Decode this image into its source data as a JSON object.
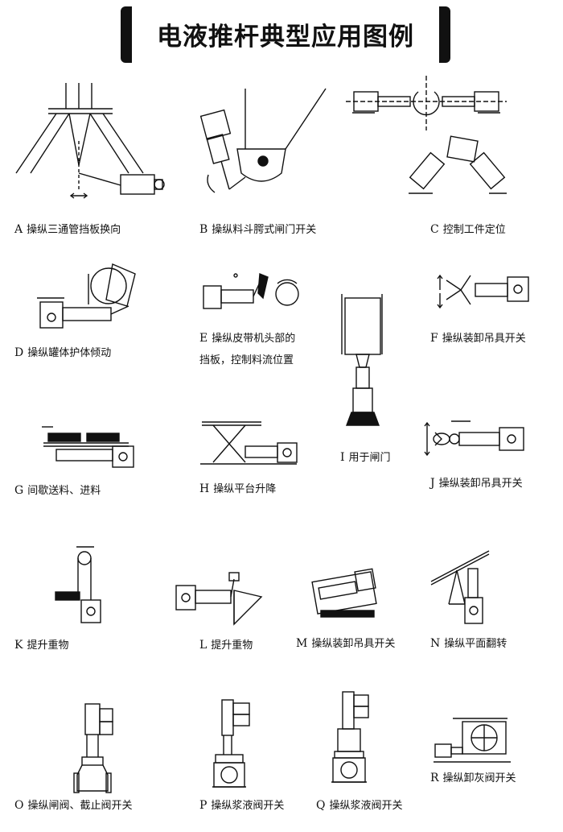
{
  "title": "电液推杆典型应用图例",
  "panels": [
    {
      "letter": "A",
      "caption": "操纵三通管挡板换向"
    },
    {
      "letter": "B",
      "caption": "操纵料斗腭式闸门开关"
    },
    {
      "letter": "C",
      "caption": "控制工件定位"
    },
    {
      "letter": "D",
      "caption": "操纵罐体护体倾动"
    },
    {
      "letter": "E",
      "caption": "操纵皮带机头部的",
      "caption2": "挡板，控制料流位置"
    },
    {
      "letter": "F",
      "caption": "操纵装卸吊具开关"
    },
    {
      "letter": "G",
      "caption": "间歇送料、进料"
    },
    {
      "letter": "H",
      "caption": "操纵平台升降"
    },
    {
      "letter": "I",
      "caption": "用于闸门"
    },
    {
      "letter": "J",
      "caption": "操纵装卸吊具开关"
    },
    {
      "letter": "K",
      "caption": "提升重物"
    },
    {
      "letter": "L",
      "caption": "提升重物"
    },
    {
      "letter": "M",
      "caption": "操纵装卸吊具开关"
    },
    {
      "letter": "N",
      "caption": "操纵平面翻转"
    },
    {
      "letter": "O",
      "caption": "操纵闸阀、截止阀开关"
    },
    {
      "letter": "P",
      "caption": "操纵浆液阀开关"
    },
    {
      "letter": "Q",
      "caption": "操纵浆液阀开关"
    },
    {
      "letter": "R",
      "caption": "操纵卸灰阀开关"
    }
  ]
}
